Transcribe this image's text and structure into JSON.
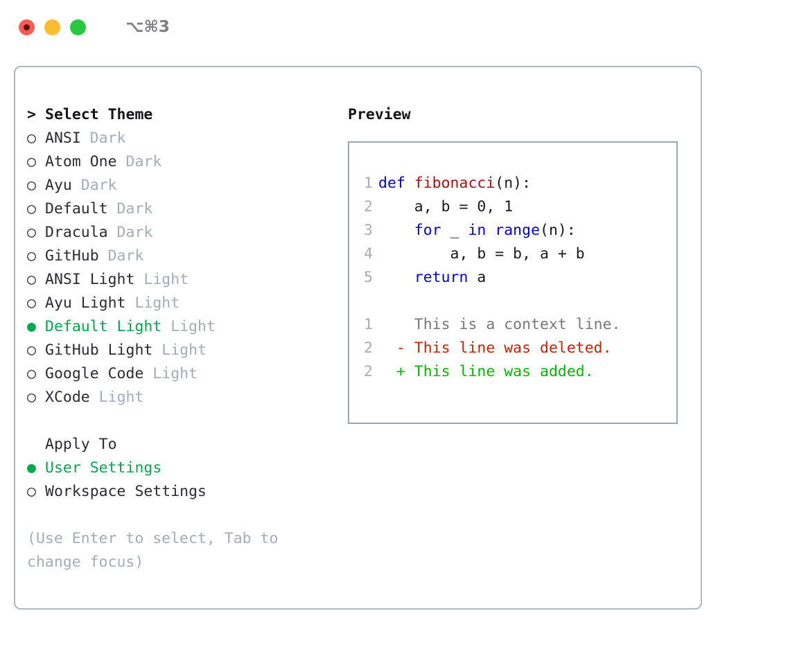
{
  "titlebar": {
    "shortcut": "⌥⌘3",
    "buttons": [
      {
        "name": "close",
        "color": "#fc5b55"
      },
      {
        "name": "minimize",
        "color": "#fdbd2e"
      },
      {
        "name": "zoom",
        "color": "#28c840"
      }
    ]
  },
  "theme_picker": {
    "header_marker": "> ",
    "header": "Select Theme",
    "unselected_marker": "○ ",
    "selected_marker": "● ",
    "selected_color": "#00a94b",
    "tag_color": "#a4acbb",
    "items": [
      {
        "name": "ANSI",
        "tag": "Dark",
        "selected": false
      },
      {
        "name": "Atom One",
        "tag": "Dark",
        "selected": false
      },
      {
        "name": "Ayu",
        "tag": "Dark",
        "selected": false
      },
      {
        "name": "Default",
        "tag": "Dark",
        "selected": false
      },
      {
        "name": "Dracula",
        "tag": "Dark",
        "selected": false
      },
      {
        "name": "GitHub",
        "tag": "Dark",
        "selected": false
      },
      {
        "name": "ANSI Light",
        "tag": "Light",
        "selected": false
      },
      {
        "name": "Ayu Light",
        "tag": "Light",
        "selected": false
      },
      {
        "name": "Default Light",
        "tag": "Light",
        "selected": true
      },
      {
        "name": "GitHub Light",
        "tag": "Light",
        "selected": false
      },
      {
        "name": "Google Code",
        "tag": "Light",
        "selected": false
      },
      {
        "name": "XCode",
        "tag": "Light",
        "selected": false
      }
    ]
  },
  "apply_to": {
    "label": "Apply To",
    "items": [
      {
        "name": "User Settings",
        "selected": true
      },
      {
        "name": "Workspace Settings",
        "selected": false
      }
    ]
  },
  "hint": "(Use Enter to select, Tab to change focus)",
  "preview": {
    "title": "Preview",
    "code_lines": [
      {
        "number": "1",
        "tokens": [
          {
            "text": "def ",
            "style": "kw"
          },
          {
            "text": "fibonacci",
            "style": "fn"
          },
          {
            "text": "(n):",
            "style": "plain"
          }
        ]
      },
      {
        "number": "2",
        "tokens": [
          {
            "text": "    a, b = 0, 1",
            "style": "plain"
          }
        ]
      },
      {
        "number": "3",
        "tokens": [
          {
            "text": "    ",
            "style": "plain"
          },
          {
            "text": "for ",
            "style": "kw"
          },
          {
            "text": "_ ",
            "style": "plain"
          },
          {
            "text": "in ",
            "style": "kw"
          },
          {
            "text": "range",
            "style": "kw"
          },
          {
            "text": "(n):",
            "style": "plain"
          }
        ]
      },
      {
        "number": "4",
        "tokens": [
          {
            "text": "        a, b = b, a + b",
            "style": "plain"
          }
        ]
      },
      {
        "number": "5",
        "tokens": [
          {
            "text": "    ",
            "style": "plain"
          },
          {
            "text": "return ",
            "style": "kw"
          },
          {
            "text": "a",
            "style": "plain"
          }
        ]
      }
    ],
    "diff_lines": [
      {
        "number": "1",
        "prefix": "  ",
        "text": "This is a context line.",
        "style": "ctx"
      },
      {
        "number": "2",
        "prefix": "- ",
        "text": "This line was deleted.",
        "style": "del"
      },
      {
        "number": "2",
        "prefix": "+ ",
        "text": "This line was added.",
        "style": "add"
      }
    ]
  }
}
